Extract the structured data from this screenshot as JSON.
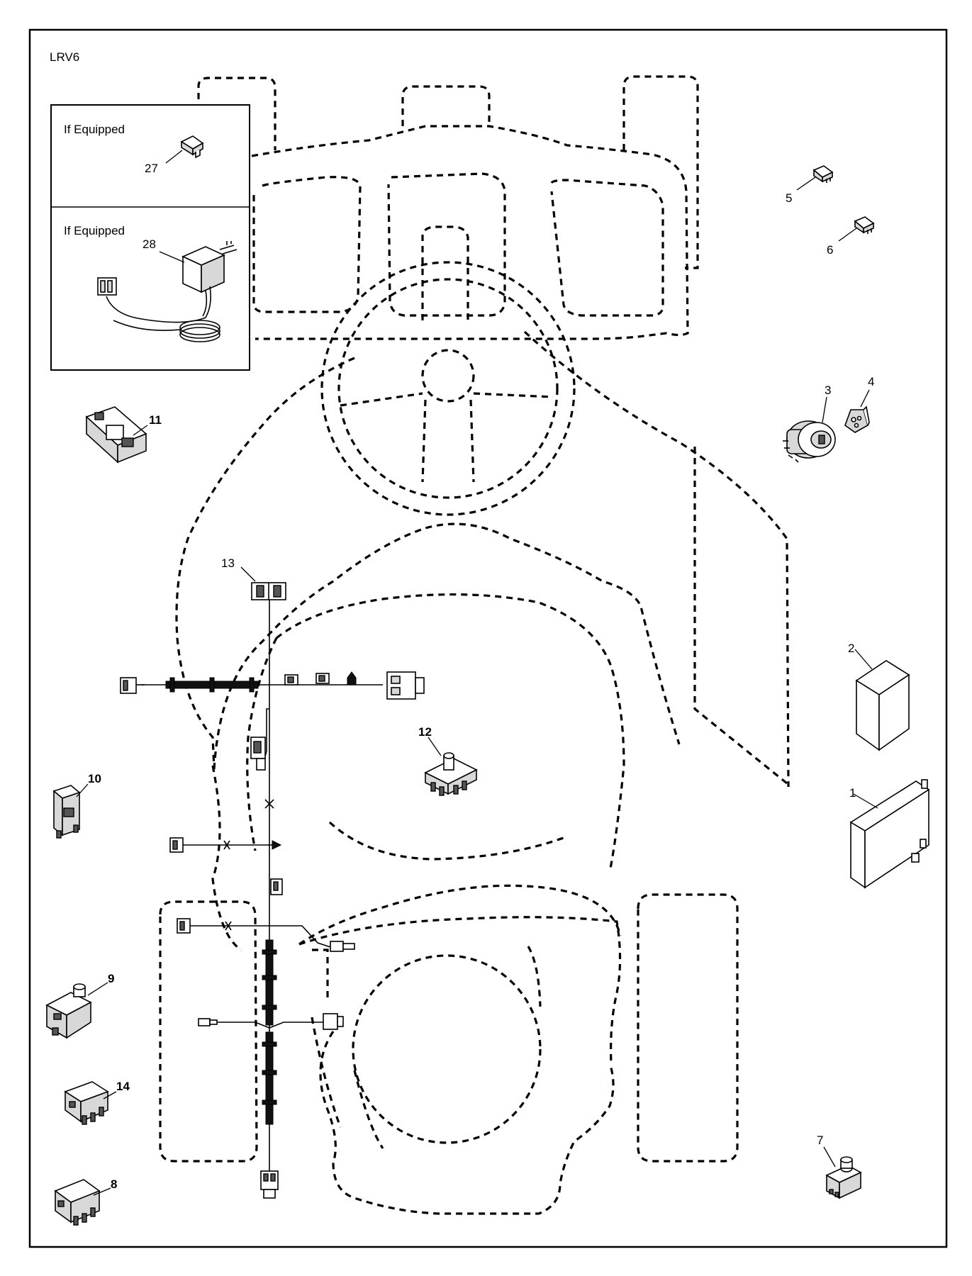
{
  "diagram": {
    "code": "LRV6",
    "inset_top_title": "If Equipped",
    "inset_bottom_title": "If Equipped"
  },
  "callouts": {
    "c1": "1",
    "c2": "2",
    "c3": "3",
    "c4": "4",
    "c5": "5",
    "c6": "6",
    "c7": "7",
    "c8": "8",
    "c9": "9",
    "c10": "10",
    "c11": "11",
    "c12": "12",
    "c13": "13",
    "c14": "14",
    "c27": "27",
    "c28": "28"
  }
}
